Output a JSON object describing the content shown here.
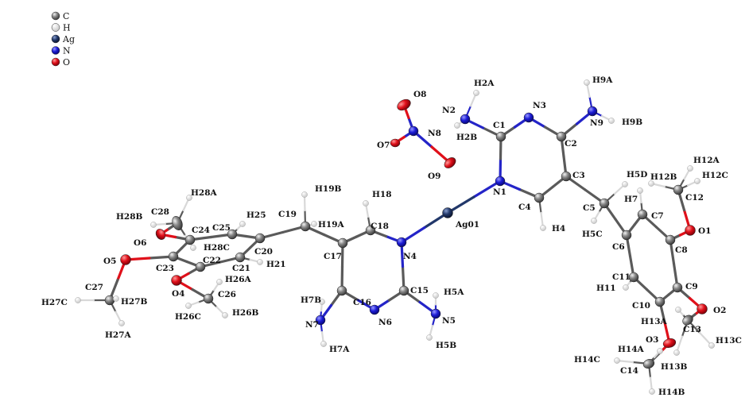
{
  "legend": [
    {
      "element": "C",
      "label": "C",
      "color": "#7d7d7d"
    },
    {
      "element": "H",
      "label": "H",
      "color": "#eeeeee"
    },
    {
      "element": "Ag",
      "label": "Ag",
      "color": "#22386a"
    },
    {
      "element": "N",
      "label": "N",
      "color": "#1c1cd6"
    },
    {
      "element": "O",
      "label": "O",
      "color": "#e0101a"
    }
  ],
  "atoms": [
    {
      "label": "Ag01",
      "element": "Ag"
    },
    {
      "label": "N1",
      "element": "N"
    },
    {
      "label": "C1",
      "element": "C"
    },
    {
      "label": "N3",
      "element": "N"
    },
    {
      "label": "C2",
      "element": "C"
    },
    {
      "label": "C3",
      "element": "C"
    },
    {
      "label": "C4",
      "element": "C"
    },
    {
      "label": "H4",
      "element": "H"
    },
    {
      "label": "N2",
      "element": "N"
    },
    {
      "label": "H2A",
      "element": "H"
    },
    {
      "label": "H2B",
      "element": "H"
    },
    {
      "label": "N9",
      "element": "N"
    },
    {
      "label": "H9A",
      "element": "H"
    },
    {
      "label": "H9B",
      "element": "H"
    },
    {
      "label": "N8",
      "element": "N"
    },
    {
      "label": "O8",
      "element": "O"
    },
    {
      "label": "O7",
      "element": "O"
    },
    {
      "label": "O9",
      "element": "O"
    },
    {
      "label": "C5",
      "element": "C"
    },
    {
      "label": "H5D",
      "element": "H"
    },
    {
      "label": "H5C",
      "element": "H"
    },
    {
      "label": "C6",
      "element": "C"
    },
    {
      "label": "C7",
      "element": "C"
    },
    {
      "label": "H7",
      "element": "H"
    },
    {
      "label": "C8",
      "element": "C"
    },
    {
      "label": "O1",
      "element": "O"
    },
    {
      "label": "C12",
      "element": "C"
    },
    {
      "label": "H12A",
      "element": "H"
    },
    {
      "label": "H12B",
      "element": "H"
    },
    {
      "label": "H12C",
      "element": "H"
    },
    {
      "label": "C9",
      "element": "C"
    },
    {
      "label": "O2",
      "element": "O"
    },
    {
      "label": "C13",
      "element": "C"
    },
    {
      "label": "H13A",
      "element": "H"
    },
    {
      "label": "H13B",
      "element": "H"
    },
    {
      "label": "H13C",
      "element": "H"
    },
    {
      "label": "O3",
      "element": "O"
    },
    {
      "label": "C14",
      "element": "C"
    },
    {
      "label": "H14A",
      "element": "H"
    },
    {
      "label": "H14B",
      "element": "H"
    },
    {
      "label": "H14C",
      "element": "H"
    },
    {
      "label": "C10",
      "element": "C"
    },
    {
      "label": "C11",
      "element": "C"
    },
    {
      "label": "H11",
      "element": "H"
    },
    {
      "label": "N4",
      "element": "N"
    },
    {
      "label": "C18",
      "element": "C"
    },
    {
      "label": "H18",
      "element": "H"
    },
    {
      "label": "C17",
      "element": "C"
    },
    {
      "label": "C16",
      "element": "C"
    },
    {
      "label": "N6",
      "element": "N"
    },
    {
      "label": "C15",
      "element": "C"
    },
    {
      "label": "N5",
      "element": "N"
    },
    {
      "label": "H5A",
      "element": "H"
    },
    {
      "label": "H5B",
      "element": "H"
    },
    {
      "label": "N7",
      "element": "N"
    },
    {
      "label": "H7A",
      "element": "H"
    },
    {
      "label": "H7B",
      "element": "H"
    },
    {
      "label": "C19",
      "element": "C"
    },
    {
      "label": "H19A",
      "element": "H"
    },
    {
      "label": "H19B",
      "element": "H"
    },
    {
      "label": "C20",
      "element": "C"
    },
    {
      "label": "C21",
      "element": "C"
    },
    {
      "label": "H21",
      "element": "H"
    },
    {
      "label": "C22",
      "element": "C"
    },
    {
      "label": "C23",
      "element": "C"
    },
    {
      "label": "C24",
      "element": "C"
    },
    {
      "label": "C25",
      "element": "C"
    },
    {
      "label": "H25",
      "element": "H"
    },
    {
      "label": "O4",
      "element": "O"
    },
    {
      "label": "C26",
      "element": "C"
    },
    {
      "label": "H26A",
      "element": "H"
    },
    {
      "label": "H26B",
      "element": "H"
    },
    {
      "label": "H26C",
      "element": "H"
    },
    {
      "label": "O5",
      "element": "O"
    },
    {
      "label": "C27",
      "element": "C"
    },
    {
      "label": "H27A",
      "element": "H"
    },
    {
      "label": "H27B",
      "element": "H"
    },
    {
      "label": "H27C",
      "element": "H"
    },
    {
      "label": "O6",
      "element": "O"
    },
    {
      "label": "C28",
      "element": "C"
    },
    {
      "label": "H28A",
      "element": "H"
    },
    {
      "label": "H28B",
      "element": "H"
    },
    {
      "label": "H28C",
      "element": "H"
    }
  ]
}
